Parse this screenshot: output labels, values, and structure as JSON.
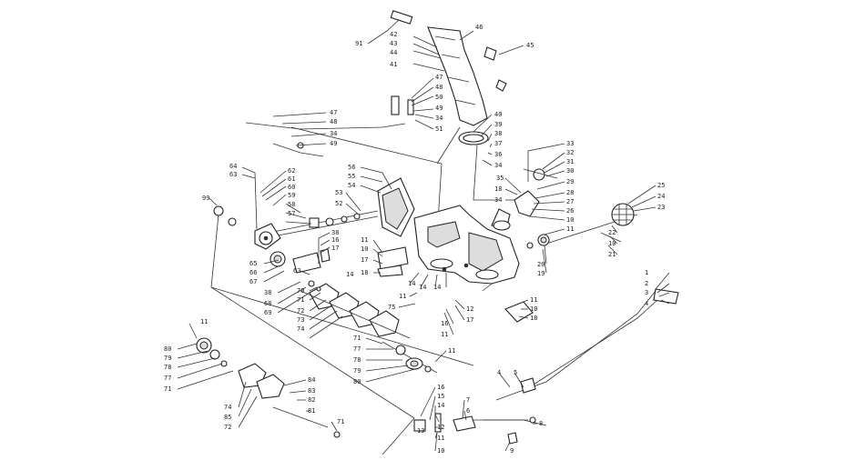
{
  "callouts": {
    "c01": "91",
    "c02": "46",
    "c03": "42",
    "c04": "43",
    "c05": "44",
    "c06": "45",
    "c07": "41",
    "c08": "47",
    "c09": "48",
    "c10": "50",
    "c11": "49",
    "c12": "34",
    "c13": "51",
    "c14": "47",
    "c15": "48",
    "c16": "34",
    "c17": "49",
    "c18": "40",
    "c19": "39",
    "c20": "38",
    "c21": "37",
    "c22": "36",
    "c23": "34",
    "c24": "33",
    "c25": "32",
    "c26": "31",
    "c27": "30",
    "c28": "35",
    "c29": "18",
    "c30": "34",
    "c31": "29",
    "c32": "28",
    "c33": "27",
    "c34": "26",
    "c35": "10",
    "c36": "11",
    "c37": "25",
    "c38": "24",
    "c39": "23",
    "c40": "22",
    "c41": "10",
    "c42": "21",
    "c43": "20",
    "c44": "19",
    "c45": "64",
    "c46": "63",
    "c47": "62",
    "c48": "61",
    "c49": "60",
    "c50": "59",
    "c51": "58",
    "c52": "57",
    "c53": "56",
    "c54": "55",
    "c55": "54",
    "c56": "53",
    "c57": "52",
    "c58": "99",
    "c59": "38",
    "c60": "16",
    "c61": "17",
    "c62": "14",
    "c63": "11",
    "c64": "10",
    "c65": "17",
    "c66": "18",
    "c67": "14",
    "c68": "14",
    "c69": "14",
    "c70": "11",
    "c71": "75",
    "c72": "65",
    "c73": "66",
    "c74": "67",
    "c75": "38",
    "c76": "68",
    "c77": "69",
    "c78": "63",
    "c79": "70",
    "c80": "71",
    "c81": "72",
    "c82": "73",
    "c83": "74",
    "c84": "11",
    "c85": "10",
    "c86": "18",
    "c87": "12",
    "c88": "17",
    "c89": "16",
    "c90": "11",
    "c91": "11",
    "c92": "80",
    "c93": "79",
    "c94": "78",
    "c95": "77",
    "c96": "71",
    "c97": "74",
    "c98": "85",
    "c99": "72",
    "c100": "84",
    "c101": "83",
    "c102": "82",
    "c103": "81",
    "c104": "71",
    "c105": "71",
    "c106": "77",
    "c107": "78",
    "c108": "79",
    "c109": "80",
    "c110": "11",
    "c111": "16",
    "c112": "15",
    "c113": "14",
    "c114": "13",
    "c115": "12",
    "c116": "11",
    "c117": "10",
    "c118": "7",
    "c119": "6",
    "c120": "9",
    "c121": "8",
    "c122": "5",
    "c123": "4",
    "c124": "1",
    "c125": "2",
    "c126": "3",
    "c127": "4"
  }
}
